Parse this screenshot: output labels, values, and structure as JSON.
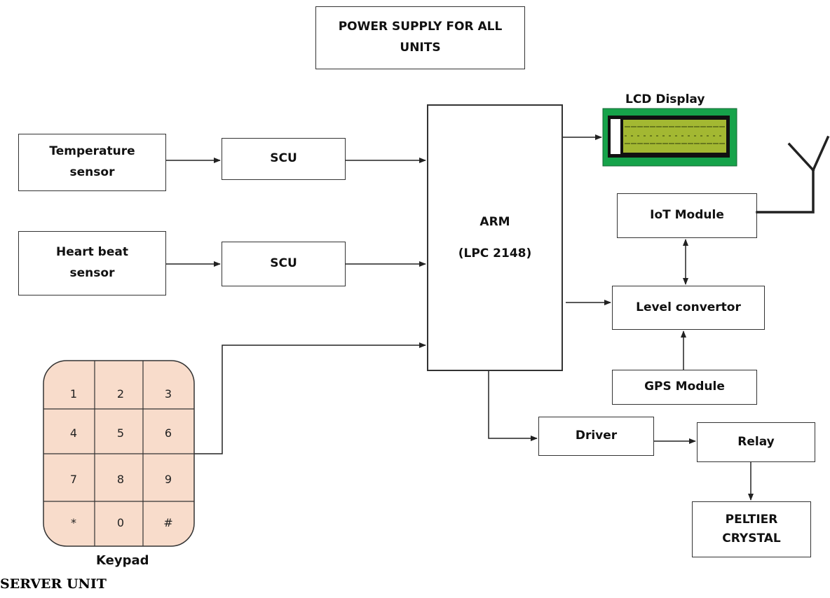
{
  "diagram": {
    "power_supply": "POWER SUPPLY FOR ALL\nUNITS",
    "temperature_sensor": "Temperature\nsensor",
    "heart_beat_sensor": "Heart beat\nsensor",
    "scu_1": "SCU",
    "scu_2": "SCU",
    "arm": "ARM\n\n(LPC 2148)",
    "lcd_label": "LCD Display",
    "iot_module": "IoT Module",
    "level_convertor": "Level convertor",
    "gps_module": "GPS Module",
    "driver": "Driver",
    "relay": "Relay",
    "peltier": "PELTIER\nCRYSTAL",
    "keypad_label": "Keypad",
    "keypad_keys": [
      "1",
      "2",
      "3",
      "4",
      "5",
      "6",
      "7",
      "8",
      "9",
      "*",
      "0",
      "#"
    ]
  },
  "caption": "SERVER UNIT",
  "colors": {
    "lcd_board": "#16a34a",
    "lcd_screen": "#a3b832",
    "keypad_fill": "#f8dccb",
    "line": "#333333"
  }
}
